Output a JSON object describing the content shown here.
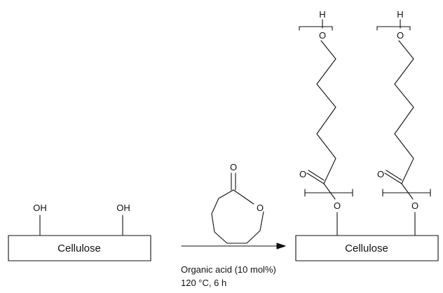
{
  "left": {
    "substrate_label": "Cellulose",
    "hydroxyl_label": "OH"
  },
  "reagent": {
    "carbonyl_oxygen": "O",
    "ring_oxygen": "O"
  },
  "conditions": {
    "line1": "Organic acid (10 mol%)",
    "line2": "120 °C, 6 h"
  },
  "right": {
    "substrate_label": "Cellulose",
    "terminal_h": "H",
    "ether_oxygen": "O",
    "carbonyl_oxygen": "O",
    "ester_oxygen": "O"
  },
  "colors": {
    "stroke": "#111111",
    "background": "#ffffff"
  }
}
